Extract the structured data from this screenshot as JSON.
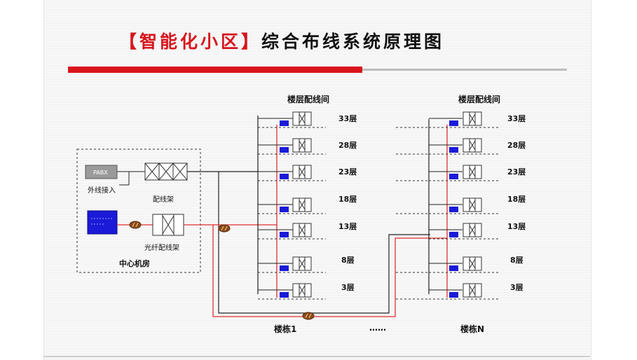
{
  "title": {
    "bracket_left": "【",
    "highlight": "智能化小区",
    "bracket_right": "】",
    "main": "综合布线系统原理图"
  },
  "center_room": {
    "label": "中心机房",
    "pabx": "PABX",
    "outside_line": "外线接入",
    "patch_frame": "配线架",
    "fiber_frame": "光纤配线架"
  },
  "wiring_closet_label": "楼层配线间",
  "floors": [
    "33层",
    "28层",
    "23层",
    "18层",
    "13层",
    "8层",
    "3层"
  ],
  "building1": "楼栋1",
  "ellipsis": "……",
  "buildingN": "楼栋N",
  "colors": {
    "accent_red": "#d8141c",
    "copper_line": "#222222",
    "fiber_line": "#e03030",
    "switch_blue": "#1a1ad8"
  }
}
